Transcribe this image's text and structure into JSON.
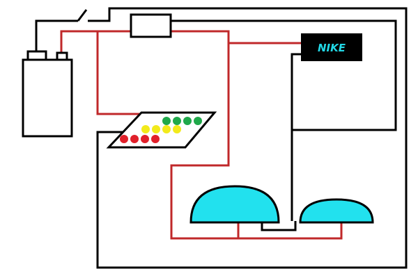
{
  "diagram": {
    "components": {
      "battery": "battery",
      "switch": "switch",
      "fuse": "fuse",
      "led_panel": "led-panel",
      "brand_box": "brand-label",
      "dome_left": "dome-left",
      "dome_right": "dome-right"
    },
    "led_panel": {
      "rows": [
        {
          "color_name": "green",
          "count": 4
        },
        {
          "color_name": "yellow",
          "count": 4
        },
        {
          "color_name": "red",
          "count": 4
        }
      ]
    },
    "brand_label": "NIKE"
  },
  "colors": {
    "wire_black": "#000000",
    "wire_red": "#c0282a",
    "dome_fill": "#22e1ee",
    "led_green": "#1fa84a",
    "led_yellow": "#f2ea1b",
    "led_red": "#e0202a",
    "brand_bg": "#000000",
    "brand_text": "#22d8e6"
  }
}
